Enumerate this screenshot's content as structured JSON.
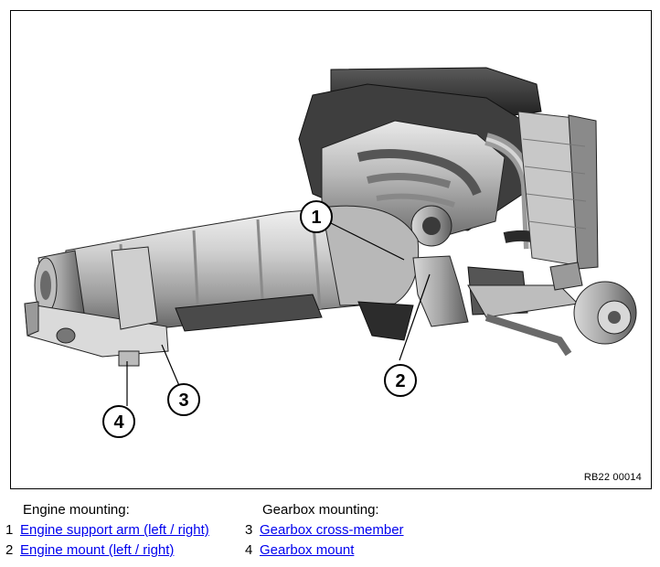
{
  "figure": {
    "reference": "RB22 00014",
    "callouts": [
      "1",
      "2",
      "3",
      "4"
    ]
  },
  "legend": {
    "engine": {
      "heading": "Engine mounting:",
      "items": [
        {
          "num": "1",
          "label": "Engine support arm (left / right)"
        },
        {
          "num": "2",
          "label": "Engine mount (left / right)"
        }
      ]
    },
    "gearbox": {
      "heading": "Gearbox mounting:",
      "items": [
        {
          "num": "3",
          "label": "Gearbox cross-member"
        },
        {
          "num": "4",
          "label": "Gearbox mount"
        }
      ]
    }
  },
  "colors": {
    "link": "#0000ee",
    "callout_fill": "#ffffff",
    "callout_stroke": "#000000"
  }
}
